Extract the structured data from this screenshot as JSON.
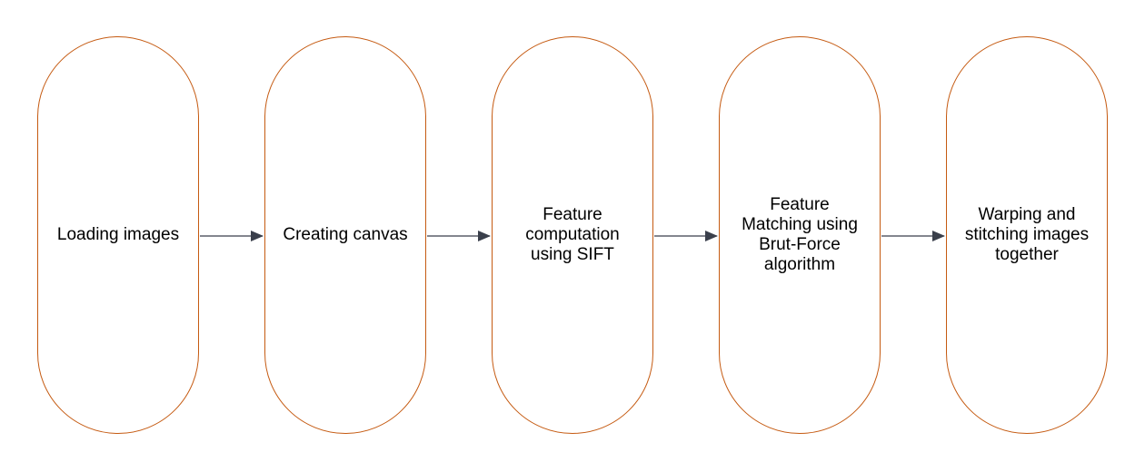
{
  "flowchart": {
    "steps": [
      {
        "label": "Loading images"
      },
      {
        "label": "Creating canvas"
      },
      {
        "label": "Feature\ncomputation\nusing SIFT"
      },
      {
        "label": "Feature\nMatching using\nBrut-Force\nalgorithm"
      },
      {
        "label": "Warping and\nstitching images\ntogether"
      }
    ]
  },
  "colors": {
    "node_border": "#c55a11",
    "arrow": "#3a3f4b",
    "text": "#000000"
  }
}
